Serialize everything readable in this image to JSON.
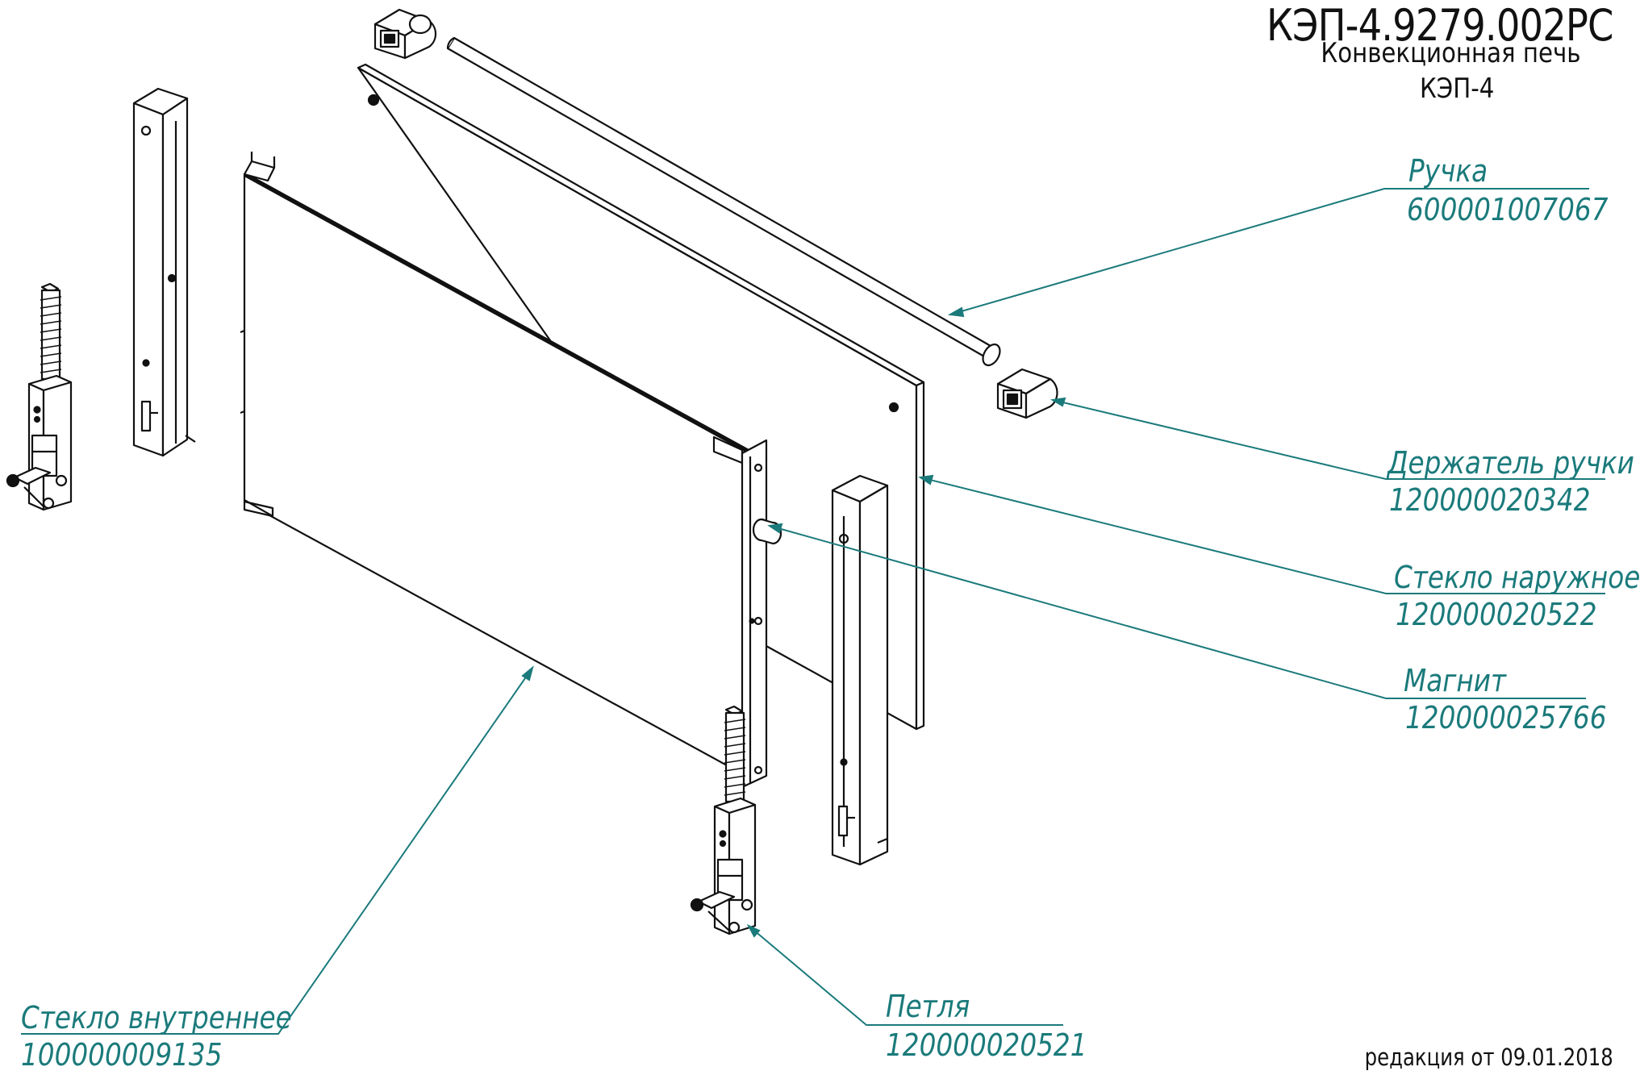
{
  "title_block": {
    "doc_code": "КЭП-4.9279.002РС",
    "product_name": "Конвекционная печь",
    "model": "КЭП-4"
  },
  "revision": "редакция от 09.01.2018",
  "colors": {
    "callout": "#1b7a7b",
    "drawing": "#111111",
    "background": "#ffffff"
  },
  "parts": [
    {
      "name": "Ручка",
      "code": "600001007067"
    },
    {
      "name": "Держатель ручки",
      "code": "120000020342"
    },
    {
      "name": "Стекло наружное",
      "code": "120000020522"
    },
    {
      "name": "Магнит",
      "code": "120000025766"
    },
    {
      "name": "Петля",
      "code": "120000020521"
    },
    {
      "name": "Стекло внутреннее",
      "code": "100000009135"
    }
  ]
}
